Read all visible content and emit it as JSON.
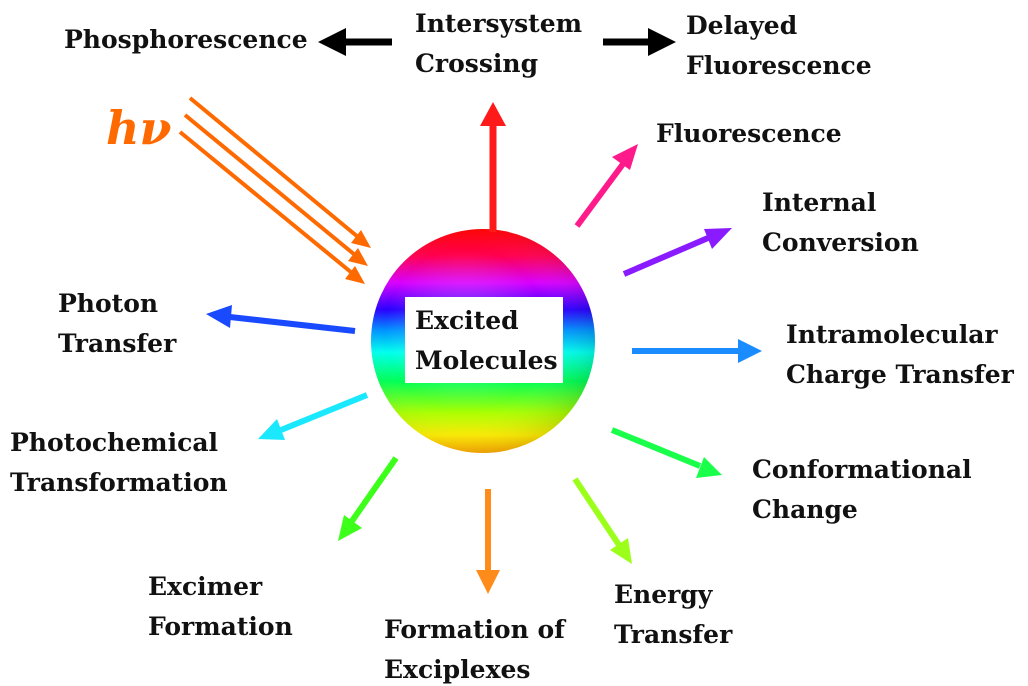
{
  "diagram": {
    "center": {
      "lines": [
        "Excited",
        "Molecules"
      ]
    },
    "excitation_label": "hν",
    "processes": {
      "intersystem_crossing": [
        "Intersystem",
        "Crossing"
      ],
      "phosphorescence": [
        "Phosphorescence"
      ],
      "delayed_fluorescence": [
        "Delayed",
        "Fluorescence"
      ],
      "fluorescence": [
        "Fluorescence"
      ],
      "internal_conversion": [
        "Internal",
        "Conversion"
      ],
      "intramolecular_charge_transfer": [
        "Intramolecular",
        "Charge Transfer"
      ],
      "conformational_change": [
        "Conformational",
        "Change"
      ],
      "energy_transfer": [
        "Energy",
        "Transfer"
      ],
      "formation_of_exciplexes": [
        "Formation of",
        "Exciplexes"
      ],
      "excimer_formation": [
        "Excimer",
        "Formation"
      ],
      "photochemical_transformation": [
        "Photochemical",
        "Transformation"
      ],
      "photon_transfer": [
        "Photon",
        "Transfer"
      ]
    },
    "colors": {
      "excitation": "#ff6a00",
      "up_red": "#ff1a1a",
      "fluorescence": "#ff1a8c",
      "internal_conversion": "#8a1aff",
      "charge_transfer": "#1a8cff",
      "conformational": "#1aff4a",
      "energy_transfer": "#9cff1a",
      "exciplexes": "#ff8c1a",
      "excimer": "#3cff1a",
      "photochemical": "#1ae8ff",
      "photon_transfer": "#1a4aff",
      "black_arrows": "#000000"
    }
  }
}
